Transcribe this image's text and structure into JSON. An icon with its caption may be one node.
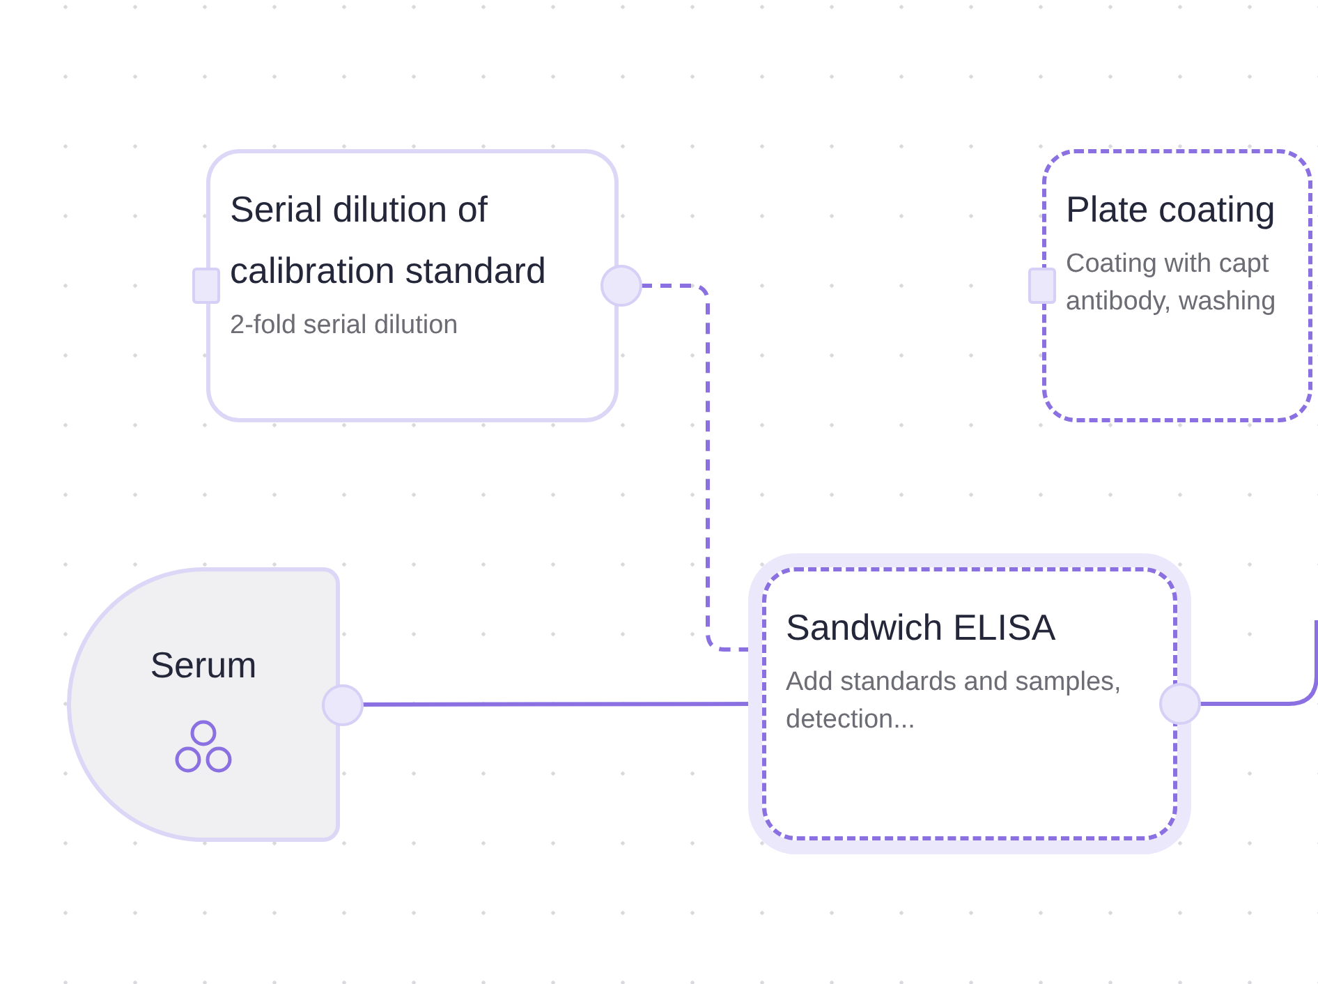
{
  "diagram": {
    "nodes": [
      {
        "text": [
          "Serial dilution of calibration standard",
          "2-fold serial dilution"
        ]
      },
      {
        "text": [
          "Plate coating",
          "Coating with capt antibody, washing"
        ]
      },
      {
        "text": [
          "Serum"
        ]
      },
      {
        "text": [
          "Sandwich ELISA",
          "Add standards and samples, detection..."
        ]
      }
    ],
    "edges": [
      {
        "from": 0,
        "to": 3,
        "arrow": "none",
        "style": "dashed"
      },
      {
        "from": 2,
        "to": 3,
        "arrow": "other"
      },
      {
        "from": 3,
        "to": null,
        "arrow": "none"
      }
    ]
  }
}
